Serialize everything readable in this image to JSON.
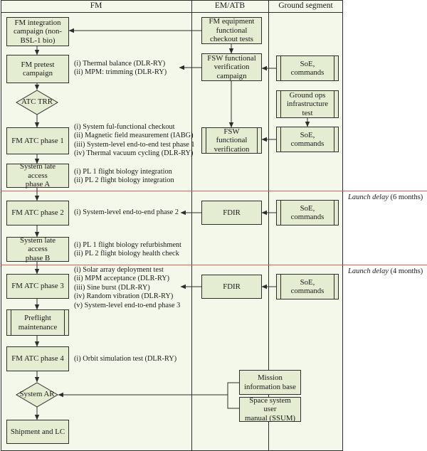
{
  "lanes": [
    {
      "key": "fm",
      "title": "FM"
    },
    {
      "key": "em",
      "title": "EM/ATB"
    },
    {
      "key": "ground",
      "title": "Ground segment"
    }
  ],
  "colors": {
    "box_fill": "#e4ecd2",
    "lane_fill": "#f4f8ea",
    "delay_line": "#e06060",
    "stroke": "#2d2d2d"
  },
  "fm": {
    "integration": "FM integration\ncampaign (non-\nBSL-1 bio)",
    "pretest": "FM pretest\ncampaign",
    "atc_trr": "ATC TRR",
    "atc1": "FM ATC phase 1",
    "late_a": "System late access\nphase A",
    "atc2": "FM ATC phase 2",
    "late_b": "System late access\nphase B",
    "atc3": "FM ATC phase 3",
    "preflight": "Preflight\nmaintenance",
    "atc4": "FM ATC phase 4",
    "system_ar": "System AR",
    "shipment": "Shipment and LC"
  },
  "notes": {
    "pretest": "(i)  Thermal balance (DLR-RY)\n(ii)  MPM: trimming (DLR-RY)",
    "atc1": "(i)  System ful-functional checkout\n(ii)  Magnetic field measurement (IABG)\n(iii)  System-level end-to-end test phase 1\n(iv)  Thermal vacuum cycling (DLR-RY)",
    "late_a": "(i)  PL 1 flight biology integration\n(ii)  PL 2 flight biology integration",
    "atc2": "(i)  System-level end-to-end phase 2",
    "late_b": "(i)  PL 1 flight biology refurbishment\n(ii)  PL 2 flight biology health check",
    "atc3": "(i)  Solar array deployment test\n(ii)  MPM acceptance (DLR-RY)\n(iii)  Sine burst (DLR-RY)\n(iv)  Random vibration (DLR-RY)\n(v)  System-level end-to-end phase 3",
    "atc4": "(i)  Orbit simulation test (DLR-RY)"
  },
  "em": {
    "checkout": "FM equipment\nfunctional\ncheckout tests",
    "fsw_campaign": "FSW functional\nverification\ncampaign",
    "fsw_verif": "FSW\nfunctional\nverification",
    "fdir1": "FDIR",
    "fdir2": "FDIR",
    "mission_info": "Mission\ninformation base",
    "ssum": "Space system user\nmanual (SSUM)"
  },
  "ground": {
    "soe1": "SoE,\ncommands",
    "ops_test": "Ground ops\ninfrastructure\ntest",
    "soe2": "SoE,\ncommands",
    "soe3": "SoE,\ncommands",
    "soe4": "SoE,\ncommands"
  },
  "delays": [
    {
      "label": "Launch delay",
      "duration": "(6 months)"
    },
    {
      "label": "Launch delay",
      "duration": "(4 months)"
    }
  ]
}
